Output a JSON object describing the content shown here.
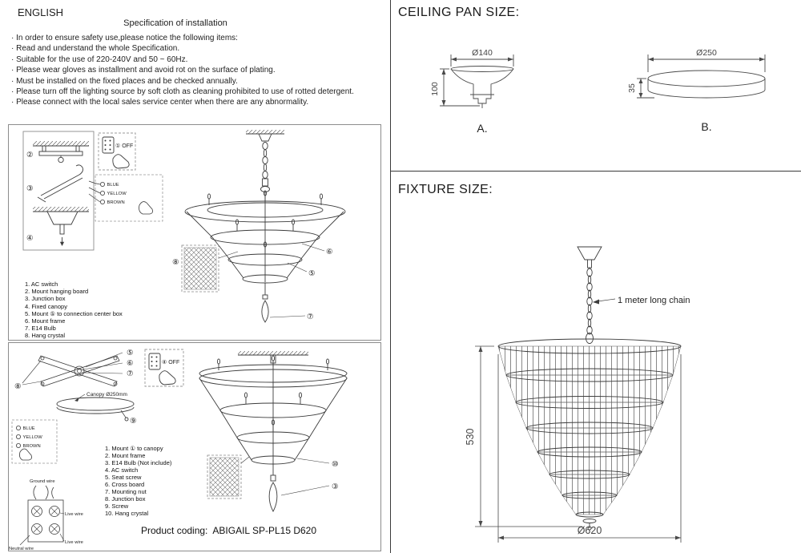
{
  "left": {
    "language": "ENGLISH",
    "title": "Specification of installation",
    "notices": [
      "· In order to ensure safety use,please notice the following items:",
      "· Read and understand the whole Specification.",
      "· Suitable for the use of 220-240V and 50 ~ 60Hz.",
      "· Please wear gloves as installment and avoid rot on the surface of plating.",
      "· Must be installed on the fixed places and be checked annually.",
      "· Please turn off the lighting source by soft cloth as cleaning prohibited to use of rotted detergent.",
      "· Please connect with the local sales service center when there are any abnormality."
    ],
    "s1": {
      "steps": [
        "②",
        "③",
        "④"
      ],
      "switch": "① OFF",
      "wires": [
        "BLUE",
        "YELLOW",
        "BROWN"
      ],
      "c5": "⑤",
      "c6": "⑥",
      "c7": "⑦",
      "c8": "⑧",
      "parts": [
        "1. AC switch",
        "2. Mount hanging board",
        "3. Junction box",
        "4. Fixed canopy",
        "5. Mount ⑤ to connection center box",
        "6. Mount frame",
        "7. E14 Bulb",
        "8. Hang crystal"
      ]
    },
    "s2": {
      "switch": "④ OFF",
      "canopy_label": "Canopy Ø250mm",
      "wires": [
        "BLUE",
        "YELLOW",
        "BROWN"
      ],
      "c5": "⑤",
      "c6": "⑥",
      "c7": "⑦",
      "c8": "⑧",
      "c9": "⑨",
      "c10": "⑩",
      "c3": "③",
      "wire_labels": [
        "Ground wire",
        "Neutral wire",
        "Live wire",
        "Live wire"
      ],
      "parts": [
        "1. Mount ① to canopy",
        "2. Mount frame",
        "3. E14 Bulb (Not include)",
        "4. AC switch",
        "5. Seat screw",
        "6. Cross board",
        "7. Mounting nut",
        "8. Junction box",
        "9. Screw",
        "10. Hang crystal"
      ]
    },
    "product_coding": "Product coding:  ABIGAIL SP-PL15 D620"
  },
  "right": {
    "pan_title": "CEILING PAN SIZE:",
    "fixture_title": "FIXTURE SIZE:",
    "pan_a": {
      "dia": "Ø140",
      "h": "100",
      "label": "A."
    },
    "pan_b": {
      "dia": "Ø250",
      "h": "35",
      "label": "B."
    },
    "chain_note": "1 meter long chain",
    "height": "530",
    "dia": "Ø620"
  }
}
